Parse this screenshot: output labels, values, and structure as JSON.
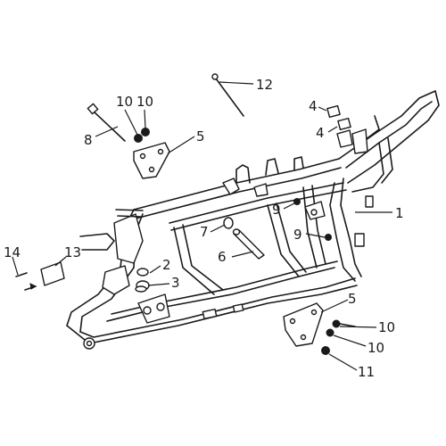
{
  "callouts": [
    {
      "id": "1",
      "text": "1"
    },
    {
      "id": "2",
      "text": "2"
    },
    {
      "id": "3",
      "text": "3"
    },
    {
      "id": "4a",
      "text": "4"
    },
    {
      "id": "4b",
      "text": "4"
    },
    {
      "id": "5a",
      "text": "5"
    },
    {
      "id": "5b",
      "text": "5"
    },
    {
      "id": "6",
      "text": "6"
    },
    {
      "id": "7",
      "text": "7"
    },
    {
      "id": "8",
      "text": "8"
    },
    {
      "id": "9a",
      "text": "9"
    },
    {
      "id": "9b",
      "text": "9"
    },
    {
      "id": "10a",
      "text": "10"
    },
    {
      "id": "10b",
      "text": "10"
    },
    {
      "id": "10c",
      "text": "10"
    },
    {
      "id": "10d",
      "text": "10"
    },
    {
      "id": "11",
      "text": "11"
    },
    {
      "id": "12",
      "text": "12"
    },
    {
      "id": "13",
      "text": "13"
    },
    {
      "id": "14",
      "text": "14"
    }
  ],
  "colors": {
    "ink": "#1a1a1a",
    "background": "#ffffff"
  }
}
